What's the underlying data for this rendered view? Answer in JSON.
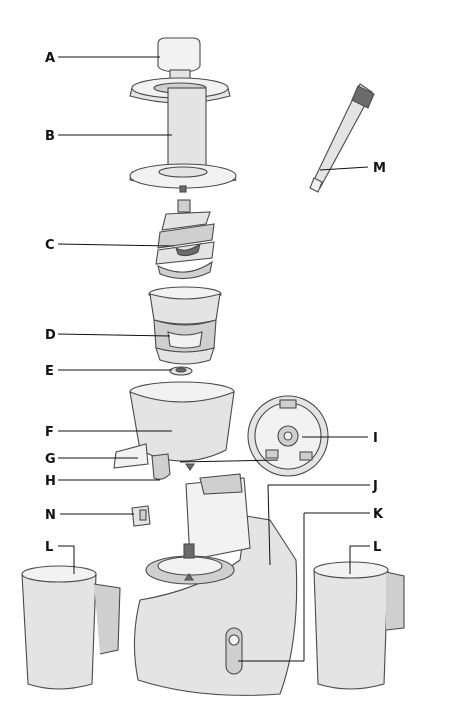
{
  "labels": {
    "A": "A",
    "B": "B",
    "C": "C",
    "D": "D",
    "E": "E",
    "F": "F",
    "G": "G",
    "H": "H",
    "I": "I",
    "J": "J",
    "K": "K",
    "L_left": "L",
    "L_right": "L",
    "M": "M",
    "N": "N"
  },
  "colors": {
    "ink": "#111111",
    "outline": "#4a4a4a",
    "light": "#e4e4e4",
    "mid": "#cfcfcf",
    "dark": "#6b6b6b"
  },
  "icons": [
    "triangle-down-mark",
    "triangle-up-mark"
  ]
}
